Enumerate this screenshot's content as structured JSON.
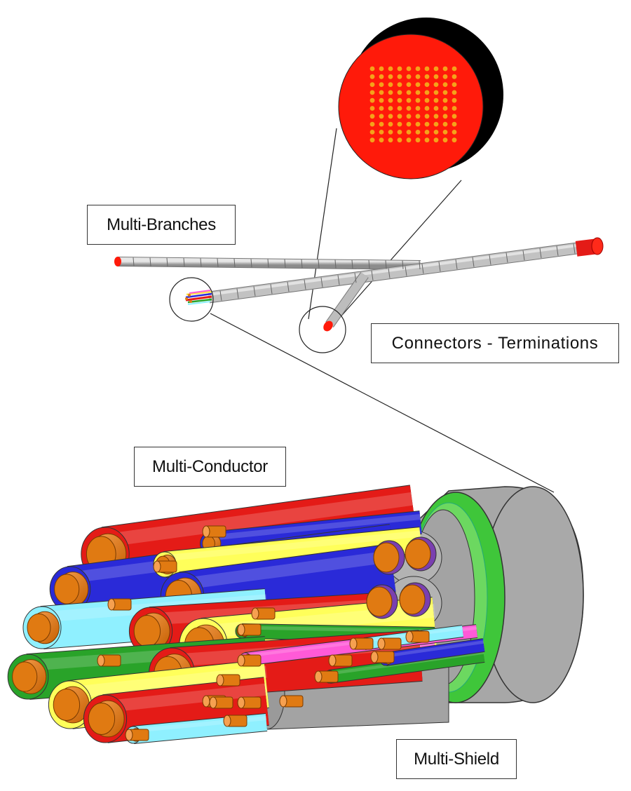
{
  "labels": {
    "multi_branches": "Multi-Branches",
    "connectors_terminations": "Connectors - Terminations",
    "multi_conductor": "Multi-Conductor",
    "multi_shield": "Multi-Shield"
  },
  "colors": {
    "connector_face": "#ff1a0a",
    "connector_back": "#000000",
    "pin": "#f4a21a",
    "harness_grey": "#b8b8b8",
    "shield_green": "#3fc63a",
    "jacket_grey": "#a7a7a7",
    "copper": "#e07a12",
    "wire_colors": [
      "#e41b17",
      "#2a2ad8",
      "#ffff5a",
      "#29a329",
      "#8ff0ff",
      "#ff5ad7",
      "#ff4a80"
    ]
  },
  "connector_pin_grid": {
    "rows": 10,
    "cols": 10
  }
}
